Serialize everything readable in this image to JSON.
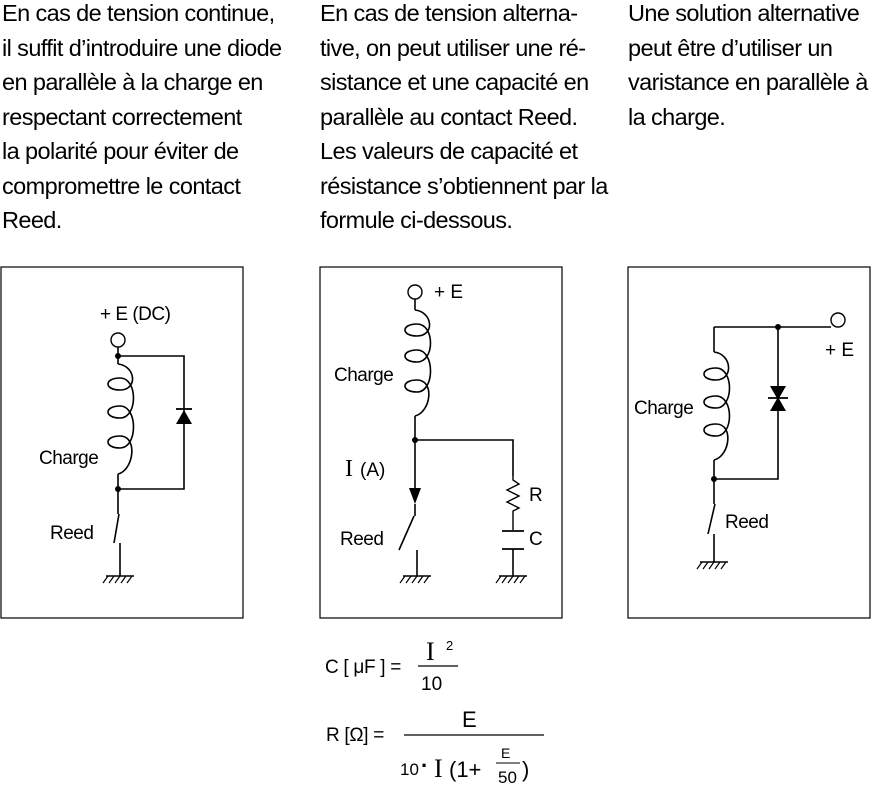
{
  "columns": [
    {
      "lines": [
        "En cas de tension continue,",
        "il suffit d’introduire une diode",
        "en parallèle à la charge en",
        "respectant correctement",
        "la polarité pour éviter de",
        "compromettre le contact",
        "Reed."
      ]
    },
    {
      "lines": [
        "En cas de tension alterna-",
        "tive, on peut utiliser une ré-",
        "sistance et une capacité en",
        "parallèle au contact Reed.",
        "Les valeurs de capacité et",
        "résistance s’obtiennent par la",
        "formule ci-dessous."
      ]
    },
    {
      "lines": [
        "Une solution alternative",
        "peut être d’utiliser un",
        "varistance en parallèle à",
        "la charge."
      ]
    }
  ],
  "diagram_dc": {
    "supply_label": "+ E (DC)",
    "load_label": "Charge",
    "switch_label": "Reed"
  },
  "diagram_ac": {
    "supply_label": "+ E",
    "load_label": "Charge",
    "current_symbol": "I",
    "current_unit": "(A)",
    "switch_label": "Reed",
    "resistor_label": "R",
    "capacitor_label": "C"
  },
  "diagram_varistor": {
    "supply_label": "+ E",
    "load_label": "Charge",
    "switch_label": "Reed"
  },
  "formulas": {
    "capacitance": {
      "lhs": "C [ μF ] =",
      "numerator": "I",
      "exponent": "2",
      "denominator": "10"
    },
    "resistance": {
      "lhs": "R [Ω] =",
      "numerator": "E",
      "den_coef": "10",
      "den_dot": "·",
      "den_I": "I",
      "den_open": "(1+",
      "inner_num": "E",
      "inner_den": "50",
      "den_close": ")"
    }
  }
}
